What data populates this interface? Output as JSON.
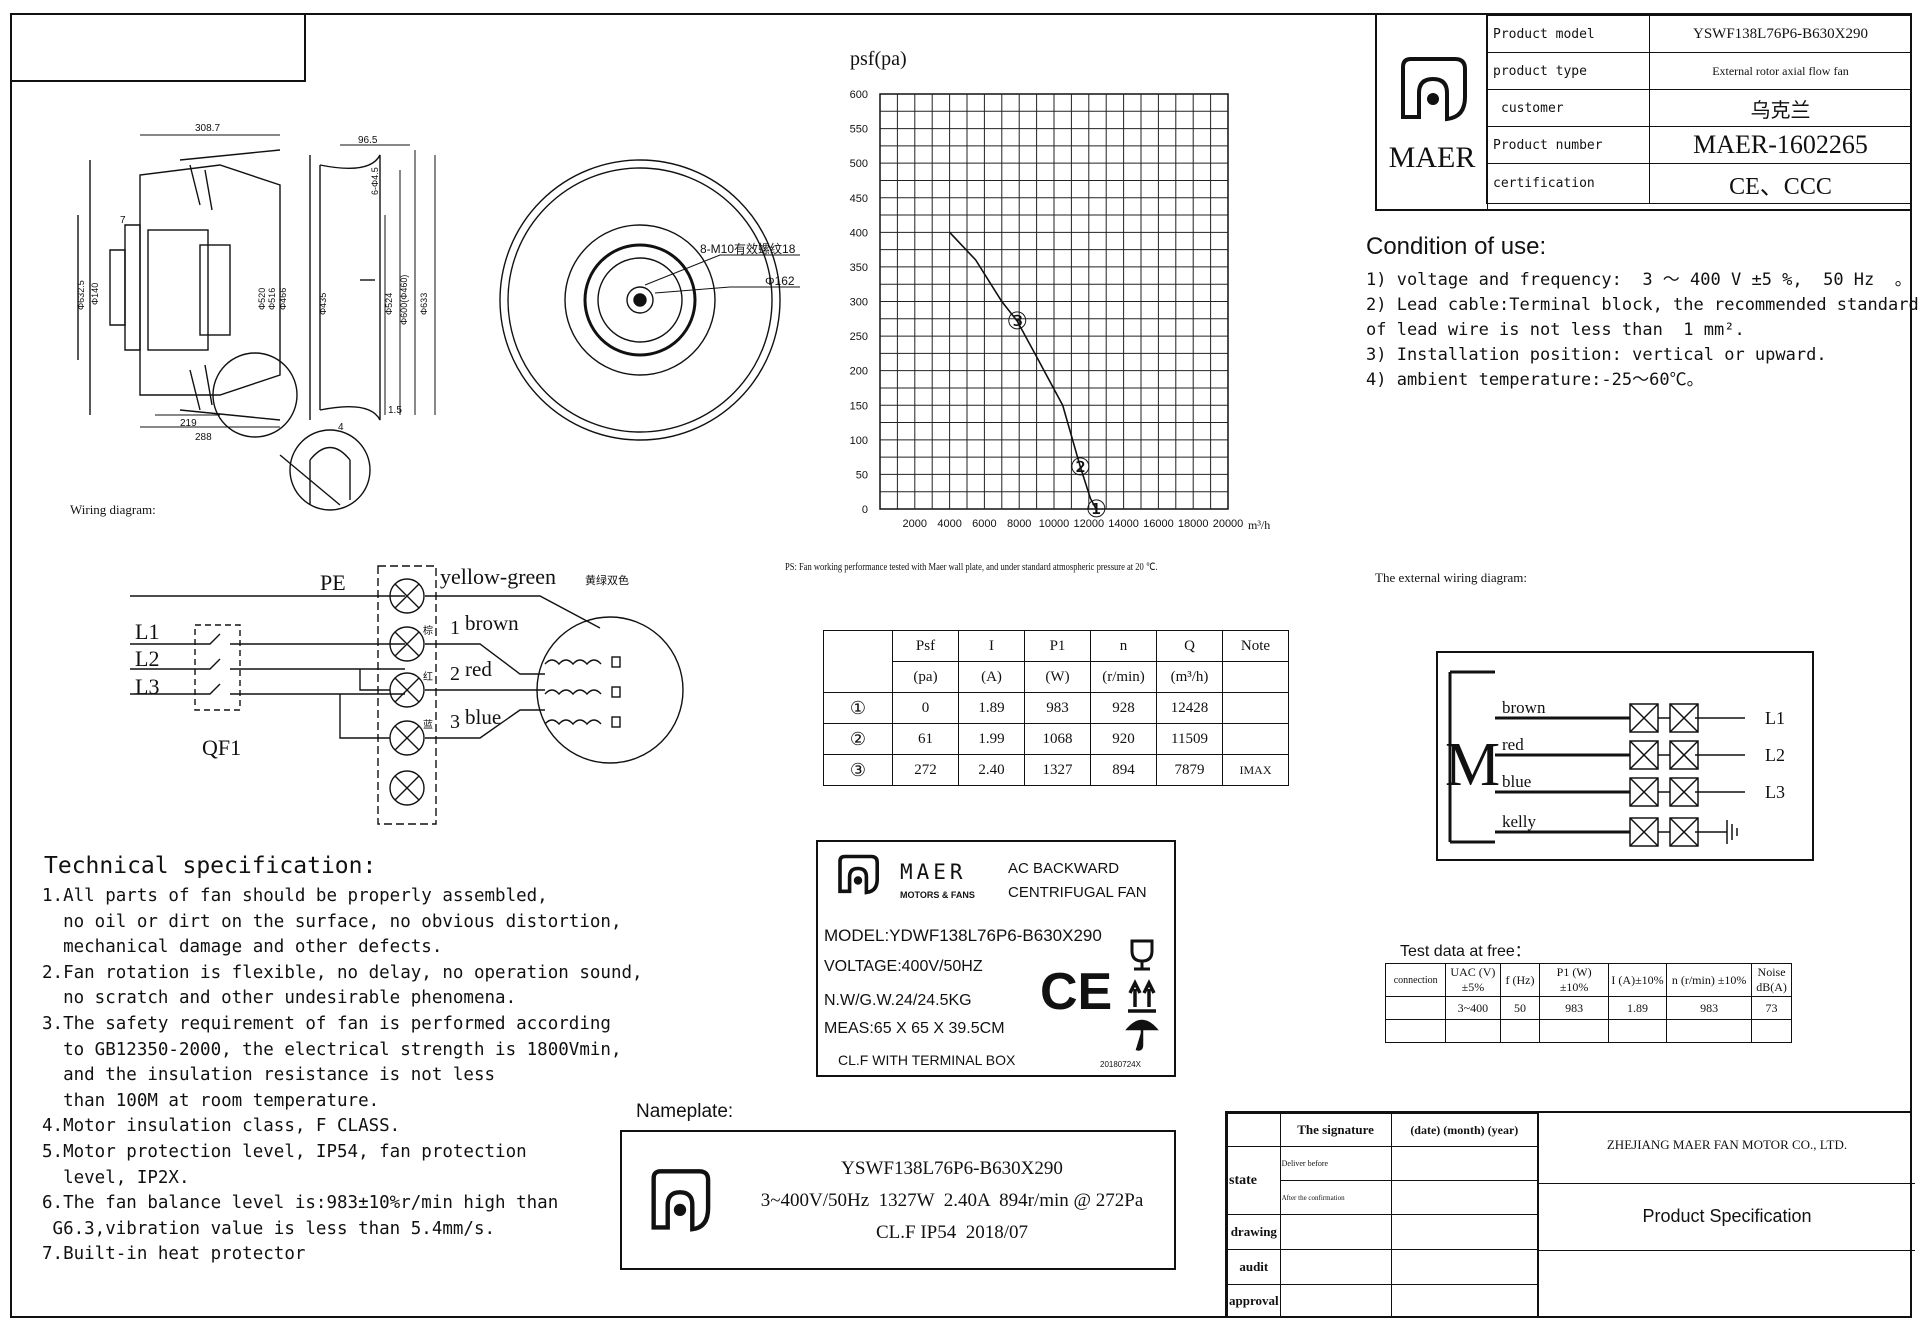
{
  "info_block": {
    "logo_text": "MAER",
    "rows": [
      {
        "label": "Product model",
        "value": "YSWF138L76P6-B630X290"
      },
      {
        "label": "product type",
        "value": "External rotor axial flow fan"
      },
      {
        "label": "customer",
        "value": "乌克兰"
      },
      {
        "label": "Product number",
        "value": "MAER-1602265"
      },
      {
        "label": "certification",
        "value": "CE、CCC"
      }
    ]
  },
  "drawing": {
    "dims_side": [
      "308.7",
      "7",
      "219",
      "288",
      "Φ632.5",
      "Φ140",
      "Φ520",
      "Φ516",
      "Φ466"
    ],
    "dims_profile": [
      "96.5",
      "6-Φ4.5",
      "Φ435",
      "Φ524",
      "Φ600(Φ460)",
      "Φ633",
      "1.5"
    ],
    "detail_dim": "4",
    "front_bolt": "8-M10有效螺纹18",
    "front_dia": "Φ162",
    "wiring_label": "Wiring diagram:"
  },
  "chart_data": {
    "type": "line",
    "ylabel": "psf(pa)",
    "xlabel": "m³/h",
    "xlim": [
      0,
      20000
    ],
    "ylim": [
      0,
      600
    ],
    "y_ticks": [
      "600",
      "550",
      "500",
      "450",
      "400",
      "350",
      "300",
      "250",
      "200",
      "150",
      "100",
      "50",
      "0"
    ],
    "x_ticks": [
      "2000",
      "4000",
      "6000",
      "8000",
      "10000",
      "12000",
      "14000",
      "16000",
      "18000",
      "20000"
    ],
    "grid": true,
    "series": [
      {
        "points": [
          [
            4000,
            400
          ],
          [
            5500,
            360
          ],
          [
            7000,
            300
          ],
          [
            7879,
            272
          ],
          [
            9000,
            220
          ],
          [
            10500,
            150
          ],
          [
            11509,
            61
          ],
          [
            12100,
            15
          ],
          [
            12428,
            0
          ]
        ]
      }
    ],
    "markers": [
      {
        "label": "③",
        "x": 7879,
        "y": 272
      },
      {
        "label": "②",
        "x": 11509,
        "y": 61
      },
      {
        "label": "①",
        "x": 12428,
        "y": 0
      }
    ],
    "note": "PS: Fan working performance tested with Maer wall plate, and under standard atmospheric pressure at 20 ℃."
  },
  "conditions": {
    "title": "Condition of use:",
    "lines": [
      "1) voltage and frequency:  3 ～ 400 V ±5 %,  50 Hz  。",
      "2) Lead cable:Terminal block, the recommended standard",
      "of lead wire is not less than  1 mm².",
      "3) Installation position: vertical or upward.",
      "4) ambient temperature:-25～60℃。"
    ]
  },
  "wiring": {
    "pe": "PE",
    "lines": [
      "L1",
      "L2",
      "L3"
    ],
    "breaker": "QF1",
    "yellow_green": "yellow-green",
    "yellow_green_cn": "黄绿双色",
    "terminals": [
      {
        "num": "1",
        "name": "brown",
        "cn": "棕"
      },
      {
        "num": "2",
        "name": "red",
        "cn": "红"
      },
      {
        "num": "3",
        "name": "blue",
        "cn": "蓝"
      }
    ]
  },
  "perf_table": {
    "headers": [
      "Psf",
      "I",
      "P1",
      "n",
      "Q",
      "Note"
    ],
    "units": [
      "(pa)",
      "(A)",
      "(W)",
      "(r/min)",
      "(m³/h)",
      ""
    ],
    "rows": [
      {
        "mark": "①",
        "cells": [
          "0",
          "1.89",
          "983",
          "928",
          "12428",
          ""
        ]
      },
      {
        "mark": "②",
        "cells": [
          "61",
          "1.99",
          "1068",
          "920",
          "11509",
          ""
        ]
      },
      {
        "mark": "③",
        "cells": [
          "272",
          "2.40",
          "1327",
          "894",
          "7879",
          "IMAX"
        ]
      }
    ]
  },
  "external_wiring": {
    "label": "The external wiring diagram:",
    "motor": "M",
    "wires": [
      "brown",
      "red",
      "blue",
      "kelly"
    ],
    "lines": [
      "L1",
      "L2",
      "L3"
    ]
  },
  "label_plate": {
    "brand": "MAER",
    "brand_sub": "MOTORS & FANS",
    "type1": "AC BACKWARD",
    "type2": "CENTRIFUGAL FAN",
    "model": "MODEL:YDWF138L76P6-B630X290",
    "voltage": "VOLTAGE:400V/50HZ",
    "weight": "N.W/G.W.24/24.5KG",
    "meas": "MEAS:65 X 65 X 39.5CM",
    "box": "CL.F WITH TERMINAL BOX",
    "code": "20180724X",
    "ce": "CE"
  },
  "test_free": {
    "title": "Test data at free：",
    "headers": [
      "connection",
      "UAC (V)±5%",
      "f (Hz)",
      "P1 (W) ±10%",
      "I (A)±10%",
      "n (r/min) ±10%",
      "Noise dB(A)"
    ],
    "row": [
      "",
      "3~400",
      "50",
      "983",
      "1.89",
      "983",
      "73"
    ]
  },
  "tech_spec": {
    "title": "Technical specification:",
    "lines": [
      "1.All parts of fan should be properly assembled,",
      "  no oil or dirt on the surface, no obvious distortion,",
      "  mechanical damage and other defects.",
      "2.Fan rotation is flexible, no delay, no operation sound,",
      "  no scratch and other undesirable phenomena.",
      "3.The safety requirement of fan is performed according",
      "  to GB12350-2000, the electrical strength is 1800Vmin,",
      "  and the insulation resistance is not less",
      "  than 100M at room temperature.",
      "4.Motor insulation class, F CLASS.",
      "5.Motor protection level, IP54, fan protection",
      "  level, IP2X.",
      "6.The fan balance level is:983±10%r/min high than",
      " G6.3,vibration value is less than 5.4mm/s.",
      "7.Built-in heat protector"
    ]
  },
  "nameplate": {
    "title": "Nameplate:",
    "line1": "YSWF138L76P6-B630X290",
    "line2": "3~400V/50Hz  1327W  2.40A  894r/min @ 272Pa",
    "line3": "CL.F IP54  2018/07"
  },
  "title_block": {
    "col_signature": "The signature",
    "col_date": "(date) (month) (year)",
    "state": "state",
    "deliver": "Deliver before",
    "after": "After the confirmation",
    "rows": [
      "drawing",
      "audit",
      "approval"
    ],
    "company": "ZHEJIANG MAER FAN MOTOR CO., LTD.",
    "doc_title": "Product Specification"
  }
}
